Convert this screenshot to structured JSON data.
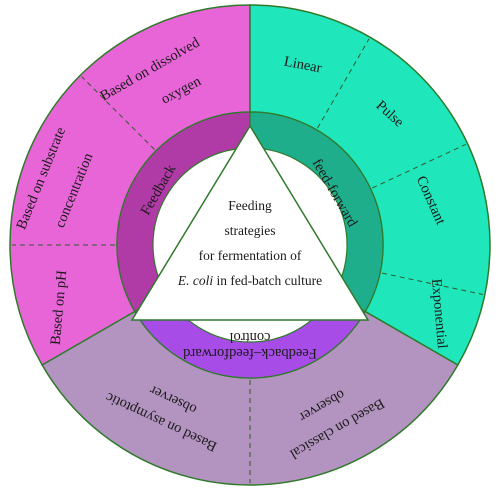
{
  "colors": {
    "feedback_outer": "#e865d8",
    "feedback_mid": "#b03aa6",
    "feedforward_outer": "#1fe6bb",
    "feedforward_mid": "#1fae8c",
    "hybrid_outer": "#b393bf",
    "hybrid_mid": "#a84ce8",
    "border": "#2f7a2a",
    "center": "#ffffff"
  },
  "center": {
    "line1": "Feeding",
    "line2": "strategies",
    "line3": "for fermentation of",
    "line4_italic": "E. coli",
    "line4_rest": " in fed-batch culture"
  },
  "categories": {
    "feedback": "Feedback",
    "feedforward": "feed-forward",
    "hybrid_line1": "Feedback–feedforward",
    "hybrid_line2": "control"
  },
  "feedback_items": {
    "ph": "Based on pH",
    "substrate_line1": "Based on substrate",
    "substrate_line2": "concentration",
    "oxygen_line1": "Based on dissolved",
    "oxygen_line2": "oxygen"
  },
  "feedforward_items": {
    "linear": "Linear",
    "pulse": "Pulse",
    "constant": "Constant",
    "exponential": "Exponential"
  },
  "hybrid_items": {
    "asymptotic_line1": "Based on asymptotic",
    "asymptotic_line2": "observer",
    "classical_line1": "Based on classical",
    "classical_line2": "observer"
  }
}
